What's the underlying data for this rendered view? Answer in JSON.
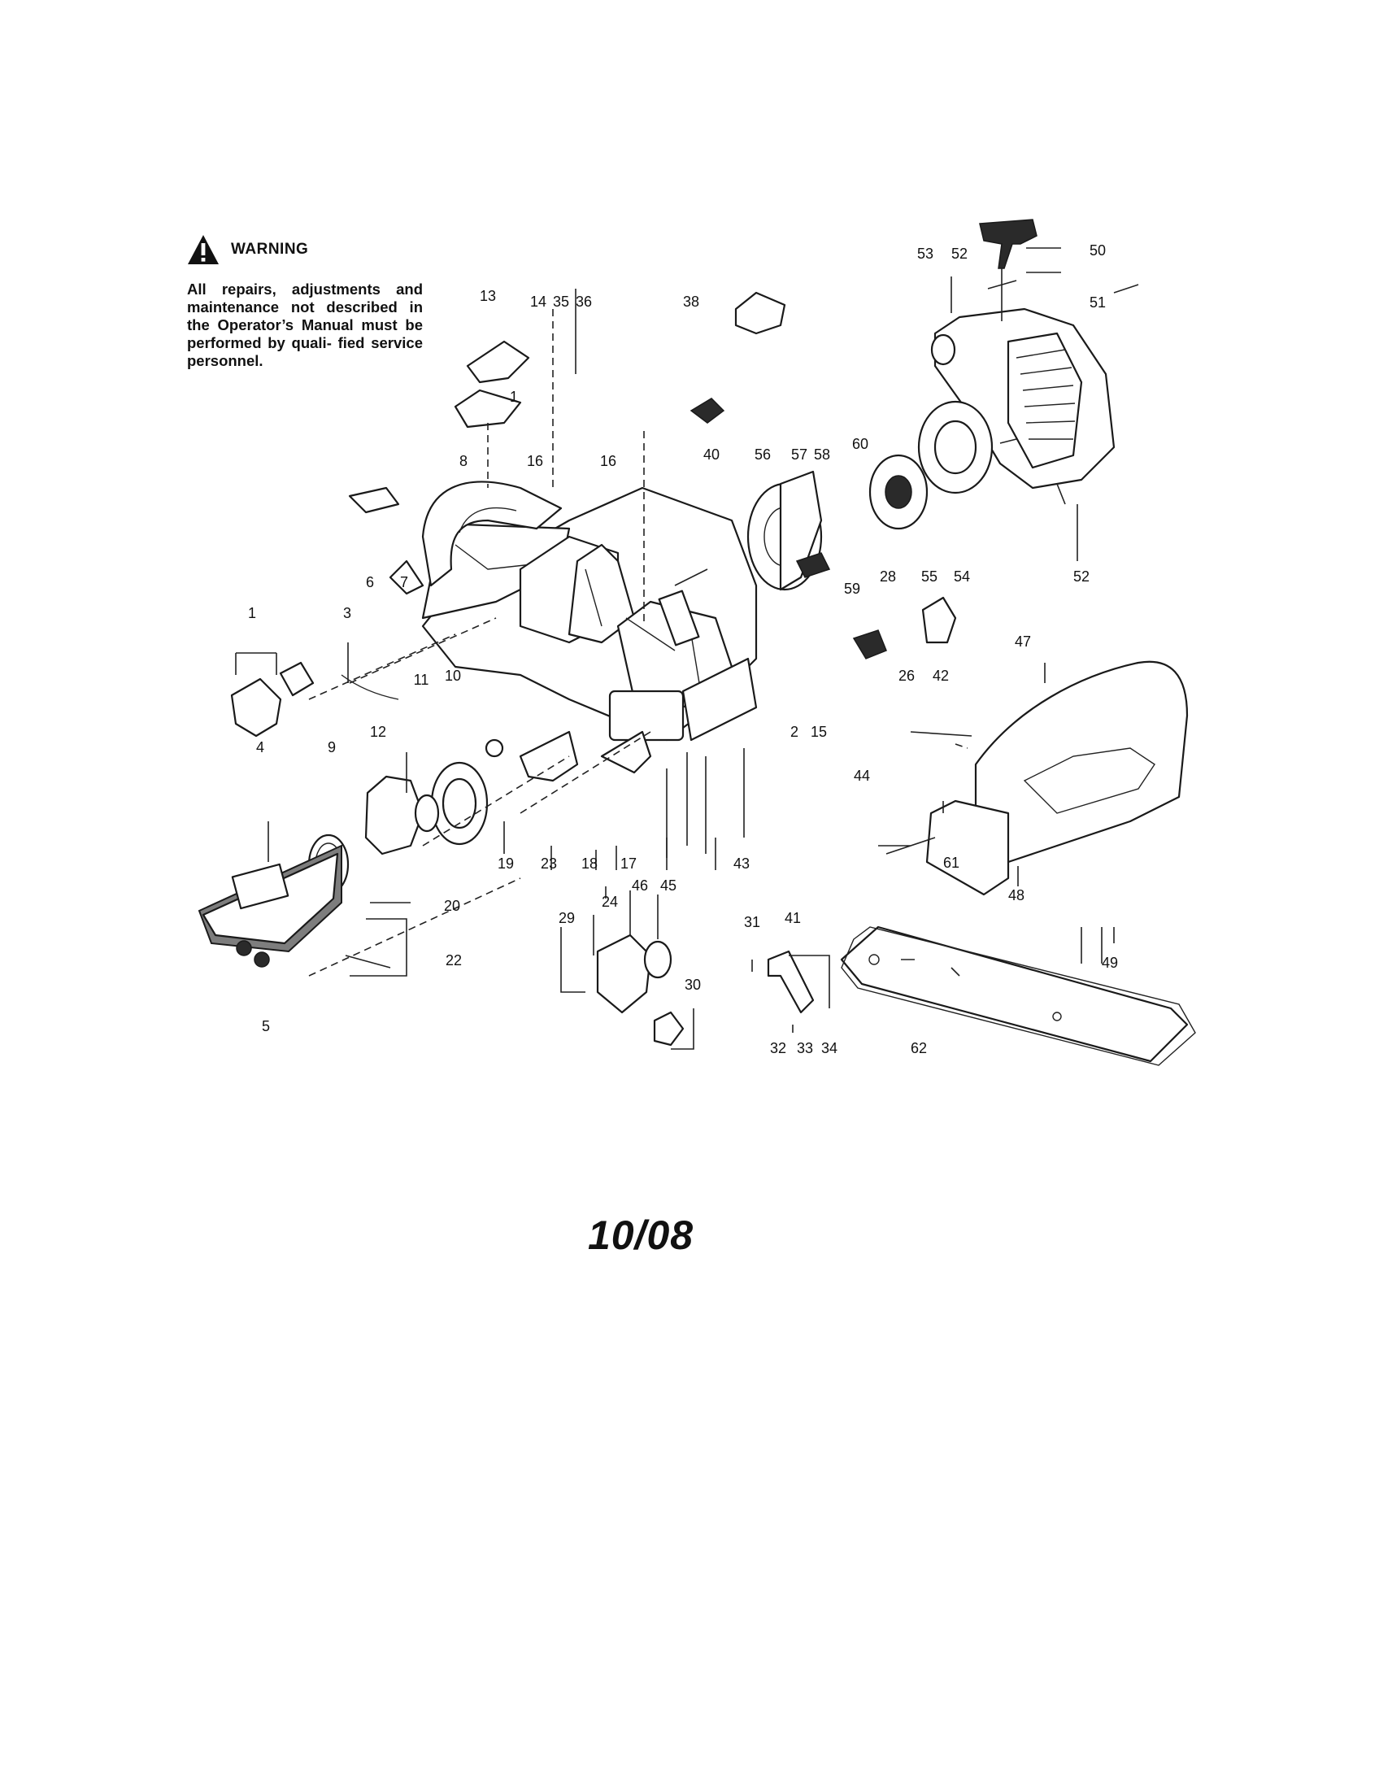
{
  "warning": {
    "title": "WARNING",
    "text": "All repairs, adjustments and maintenance not described in the Operator’s Manual must be performed by quali- fied service personnel."
  },
  "date_code": "10/08",
  "part_labels": [
    "13",
    "14",
    "35",
    "36",
    "38",
    "40",
    "56",
    "57",
    "58",
    "60",
    "53",
    "52",
    "50",
    "51",
    "1",
    "8",
    "16",
    "16",
    "6",
    "7",
    "28",
    "59",
    "55",
    "54",
    "52",
    "1",
    "3",
    "11",
    "10",
    "12",
    "9",
    "4",
    "26",
    "42",
    "47",
    "2",
    "15",
    "44",
    "19",
    "23",
    "18",
    "17",
    "43",
    "20",
    "22",
    "5",
    "29",
    "24",
    "46",
    "45",
    "30",
    "31",
    "41",
    "61",
    "48",
    "49",
    "32",
    "33",
    "34",
    "62"
  ]
}
